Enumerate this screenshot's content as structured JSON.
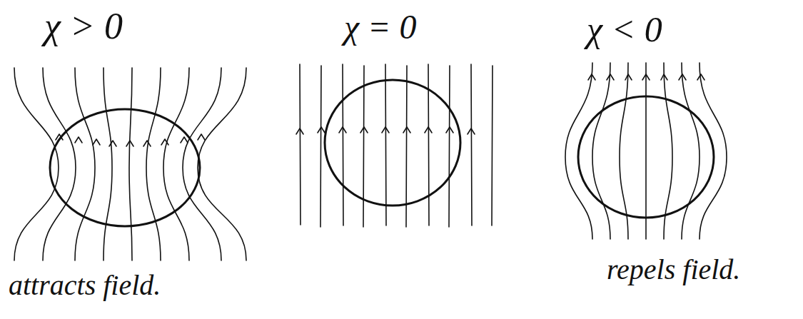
{
  "diagram": {
    "labels": [
      "χ > 0",
      "χ = 0",
      "χ < 0",
      "attracts field.",
      "repels field."
    ]
  }
}
